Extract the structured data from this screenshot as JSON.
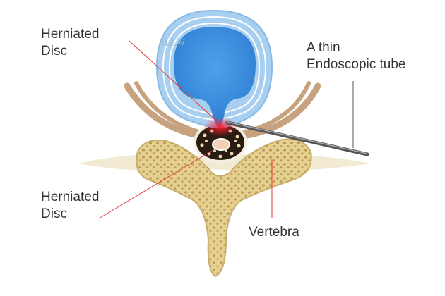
{
  "labels": {
    "herniated_disc_top": [
      "Herniated",
      "Disc"
    ],
    "endoscopic_tube": [
      "A thin",
      "Endoscopic tube"
    ],
    "herniated_disc_bottom": [
      "Herniated",
      "Disc"
    ],
    "vertebra": "Vertebra"
  },
  "watermark": "W.S.H",
  "colors": {
    "leader_line": "#e8353a",
    "nucleus": "#3b8ee0",
    "annulus": "#a9cff0",
    "bone": "#e2cc8c",
    "nerve": "#c7a27e",
    "tube": "#6b6b6b"
  }
}
